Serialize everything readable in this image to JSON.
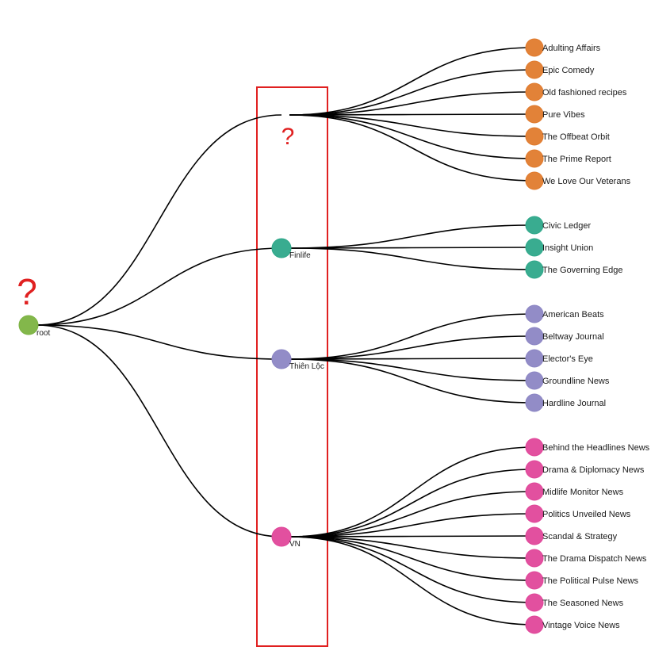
{
  "tree": {
    "root": {
      "label": "root",
      "color": "#7cb342"
    },
    "root_unknown_mark": "?",
    "groups": [
      {
        "label": "",
        "unknown_mark": "?",
        "color": "#e07b2e",
        "children": [
          "Adulting Affairs",
          "Epic Comedy",
          "Old fashioned recipes",
          "Pure Vibes",
          "The Offbeat Orbit",
          "The Prime Report",
          "We Love Our Veterans"
        ]
      },
      {
        "label": "Finlife",
        "color": "#2fa88a",
        "children": [
          "Civic Ledger",
          "Insight Union",
          "The Governing Edge"
        ]
      },
      {
        "label": "Thiên Lộc",
        "color": "#8c86c4",
        "children": [
          "American Beats",
          "Beltway Journal",
          "Elector's Eye",
          "Groundline News",
          "Hardline Journal"
        ]
      },
      {
        "label": "VN",
        "color": "#e0479a",
        "children": [
          "Behind the Headlines News",
          "Drama & Diplomacy News",
          "Midlife Monitor News",
          "Politics Unveiled News",
          "Scandal & Strategy",
          "The Drama Dispatch News",
          "The Political Pulse News",
          "The Seasoned News",
          "Vintage Voice News"
        ]
      }
    ],
    "highlight_box_color": "#e02020"
  }
}
